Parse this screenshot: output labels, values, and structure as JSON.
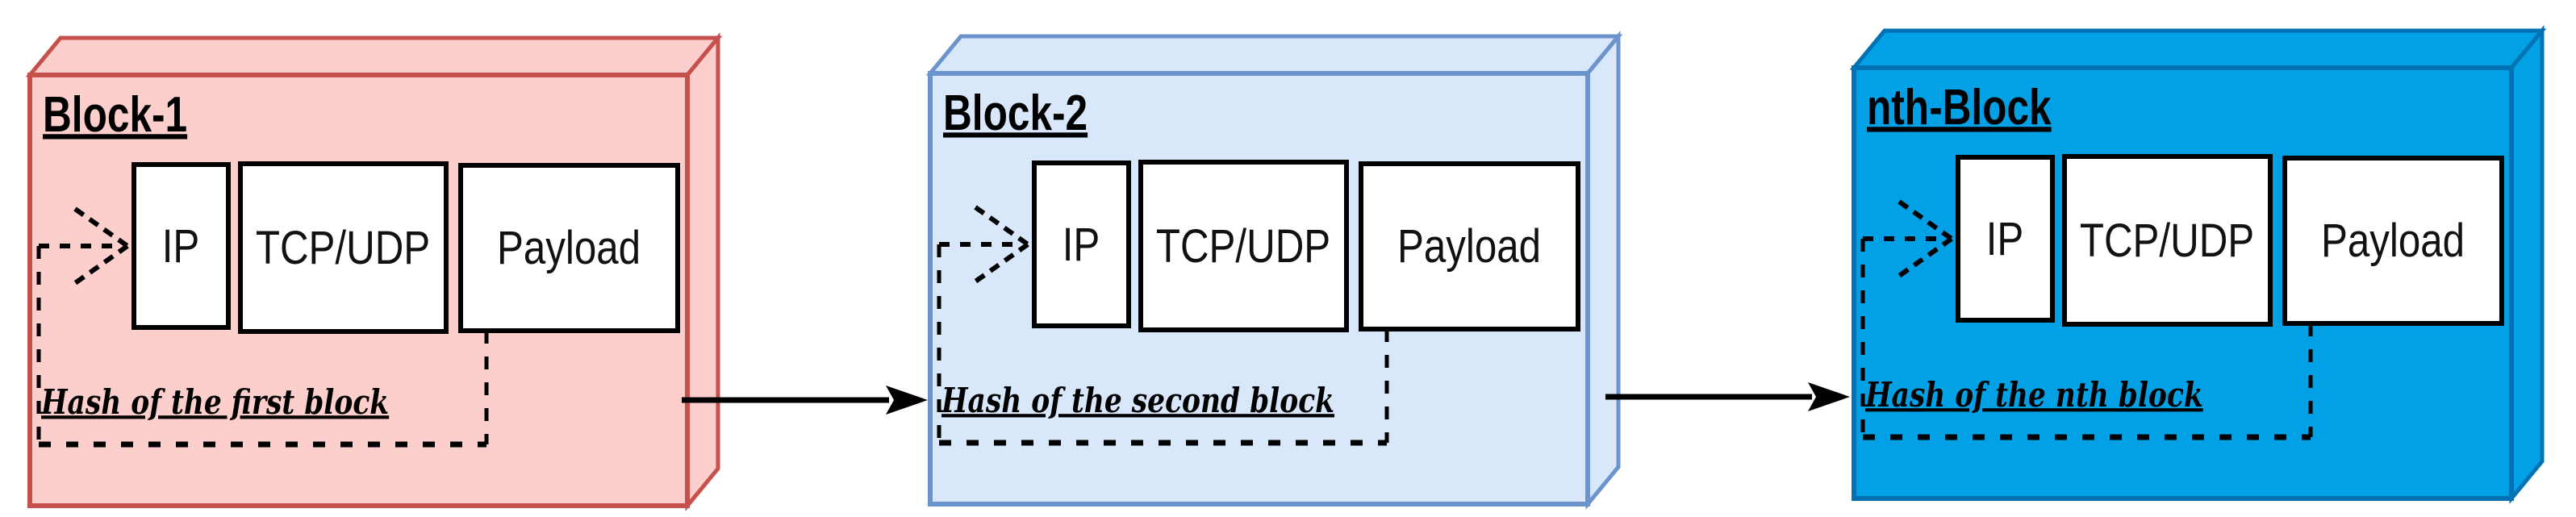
{
  "diagram": {
    "description": "Blockchain of network packets: linked 3D blocks each holding IP, TCP/UDP and Payload fields with a hash feedback loop",
    "background_color": "#ffffff",
    "arrow_color": "#000000",
    "blocks": [
      {
        "title": "Block-1",
        "fields": [
          "IP",
          "TCP/UDP",
          "Payload"
        ],
        "hash_label": "Hash of the first block",
        "fill": "#FCCFCC",
        "stroke": "#C5504C"
      },
      {
        "title": "Block-2",
        "fields": [
          "IP",
          "TCP/UDP",
          "Payload"
        ],
        "hash_label": "Hash of the second block",
        "fill": "#D8E7FA",
        "stroke": "#6C94CC"
      },
      {
        "title": "nth-Block",
        "fields": [
          "IP",
          "TCP/UDP",
          "Payload"
        ],
        "hash_label": "Hash of the nth block",
        "fill": "#02A0E4",
        "stroke": "#0071B3"
      }
    ],
    "connectors": [
      {
        "from": "Block-1",
        "to": "Block-2"
      },
      {
        "from": "Block-2",
        "to": "nth-Block"
      }
    ]
  }
}
